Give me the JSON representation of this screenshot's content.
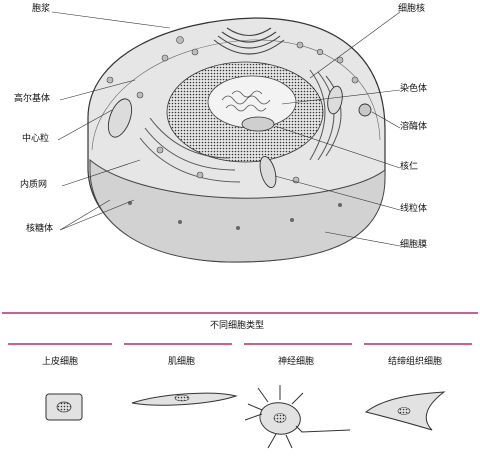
{
  "cell_labels": {
    "cytoplasm": "胞浆",
    "nucleus": "细胞核",
    "golgi": "高尔基体",
    "chromatin": "染色体",
    "centriole": "中心粒",
    "lysosome": "溶酶体",
    "er": "内质网",
    "nucleolus": "核仁",
    "mitochondria": "线粒体",
    "ribosome": "核糖体",
    "membrane": "细胞膜"
  },
  "types": {
    "title": "不同细胞类型",
    "epithelial": "上皮细胞",
    "muscle": "肌细胞",
    "nerve": "神经细胞",
    "connective": "结缔组织细胞"
  },
  "colors": {
    "accent": "#b0306a",
    "cell_fill": "#e6e6e6",
    "cut_fill": "#d4d4d4",
    "line": "#333333"
  }
}
